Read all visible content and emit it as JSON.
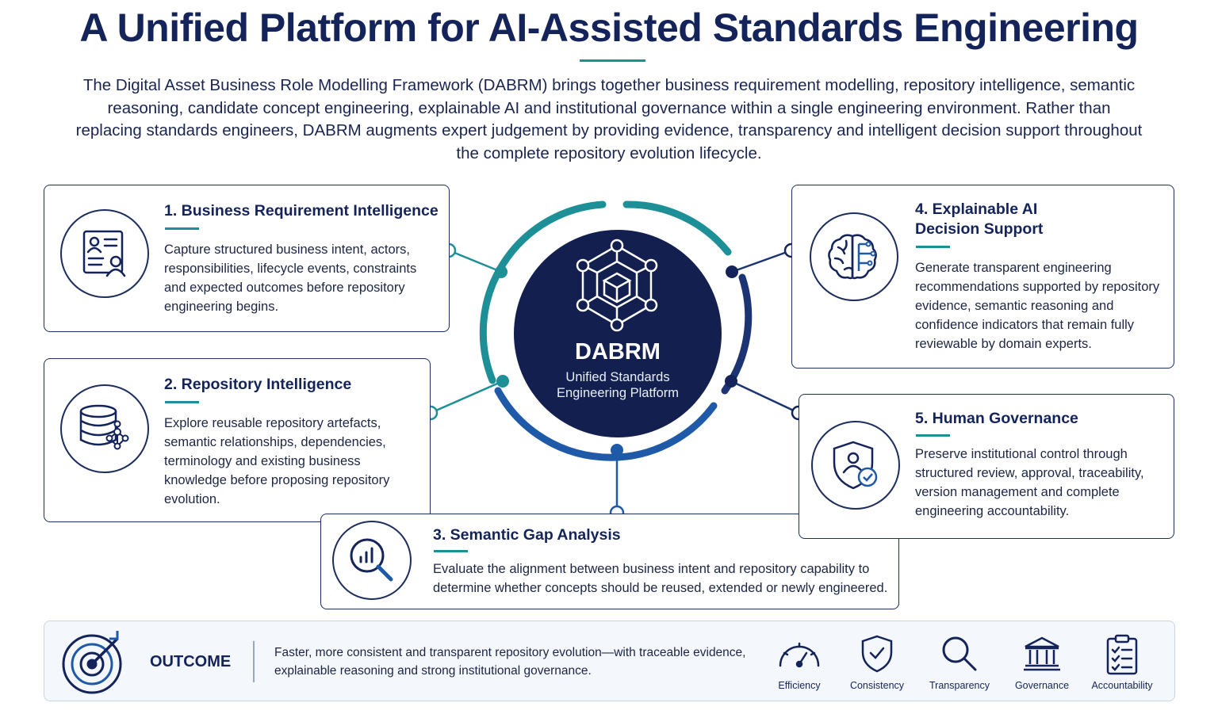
{
  "title": "A Unified Platform for AI-Assisted Standards Engineering",
  "intro": "The Digital Asset Business Role Modelling Framework (DABRM) brings together business requirement modelling, repository intelligence, semantic reasoning, candidate concept engineering, explainable AI and institutional governance within a single engineering environment. Rather than replacing standards engineers, DABRM augments expert judgement by providing evidence, transparency and intelligent decision support throughout the complete repository evolution lifecycle.",
  "hub": {
    "name": "DABRM",
    "subtitle_line1": "Unified Standards",
    "subtitle_line2": "Engineering Platform"
  },
  "cards": {
    "business": {
      "title": "1. Business Requirement Intelligence",
      "text": "Capture structured business intent, actors, responsibilities, lifecycle events, constraints and expected outcomes before repository engineering begins.",
      "icon": "profile-document-icon"
    },
    "repository": {
      "title": "2. Repository Intelligence",
      "text": "Explore reusable repository artefacts, semantic relationships, dependencies, terminology and existing business knowledge before proposing repository evolution.",
      "icon": "database-network-icon"
    },
    "gap": {
      "title": "3. Semantic Gap Analysis",
      "text": "Evaluate the alignment between business intent and repository capability to determine whether concepts should be reused, extended or newly engineered.",
      "icon": "magnifier-chart-icon"
    },
    "xai": {
      "title_line1": "4. Explainable AI",
      "title_line2": "Decision Support",
      "text": "Generate transparent engineering recommendations supported by repository evidence, semantic reasoning and confidence indicators that remain fully reviewable by domain experts.",
      "icon": "brain-circuit-icon"
    },
    "governance": {
      "title": "5. Human Governance",
      "text": "Preserve institutional control through structured review, approval, traceability, version management and complete engineering accountability.",
      "icon": "shield-user-icon"
    }
  },
  "outcome": {
    "label": "OUTCOME",
    "text": "Faster, more consistent and transparent repository evolution—with traceable evidence, explainable reasoning and strong institutional governance.",
    "icon": "target-icon",
    "benefits": [
      "Efficiency",
      "Consistency",
      "Transparency",
      "Governance",
      "Accountability"
    ]
  },
  "colors": {
    "navy": "#14245a",
    "teal": "#1c8f97",
    "blue": "#1f5aa8"
  }
}
